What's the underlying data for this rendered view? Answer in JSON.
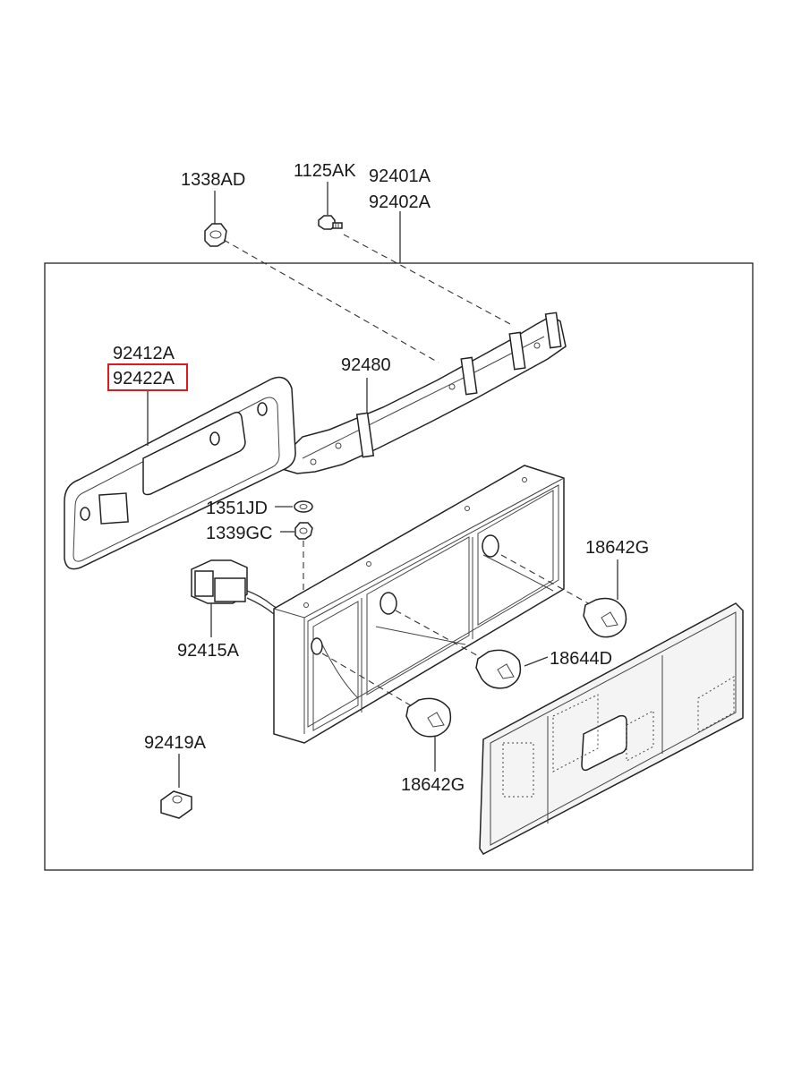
{
  "labels": {
    "p1338AD": "1338AD",
    "p1125AK": "1125AK",
    "p92401A": "92401A",
    "p92402A": "92402A",
    "p92412A": "92412A",
    "p92422A": "92422A",
    "p92480": "92480",
    "p1351JD": "1351JD",
    "p1339GC": "1339GC",
    "p18642G_top": "18642G",
    "p92415A": "92415A",
    "p18644D": "18644D",
    "p92419A": "92419A",
    "p18642G_bottom": "18642G"
  },
  "highlight": {
    "part": "92422A",
    "color": "#e0191f"
  }
}
